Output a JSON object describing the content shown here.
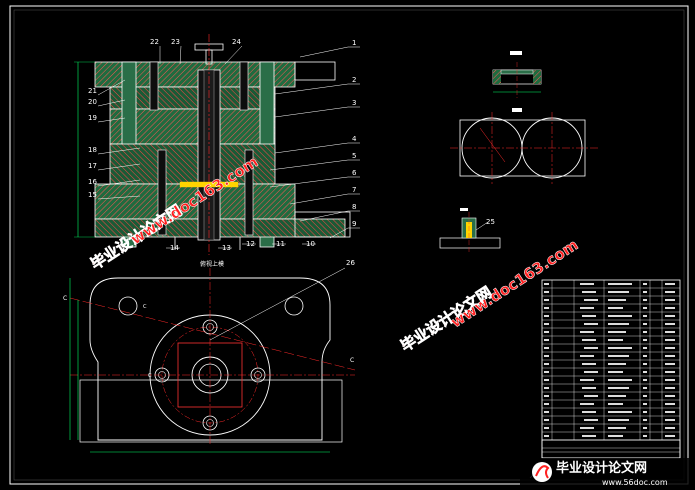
{
  "drawing": {
    "part_labels_right": [
      "1",
      "2",
      "3",
      "4",
      "5",
      "6",
      "7",
      "8",
      "9"
    ],
    "part_labels_left": [
      "22",
      "23",
      "24",
      "21",
      "20",
      "19",
      "18",
      "17",
      "16",
      "15"
    ],
    "part_labels_bottom": [
      "14",
      "13",
      "12",
      "11",
      "10"
    ],
    "leader_25": "25",
    "leader_26": "26",
    "plan_title": "俯视上模",
    "section_marks": [
      "C",
      "C",
      "C",
      "C"
    ]
  },
  "watermarks": {
    "cn": "毕业设计论文网",
    "url": "www.doc163.com",
    "footer_cn": "毕业设计论文网",
    "footer_url": "www.56doc.com"
  },
  "colors": {
    "background": "#000000",
    "outline": "#ffffff",
    "hatch": "#ff3333",
    "body": "#2e8b57",
    "centerline": "#ff2a2a",
    "dimension": "#00ff66",
    "pin": "#ffd400",
    "watermark_red": "#ff2020",
    "watermark_outline": "#ffffff"
  }
}
